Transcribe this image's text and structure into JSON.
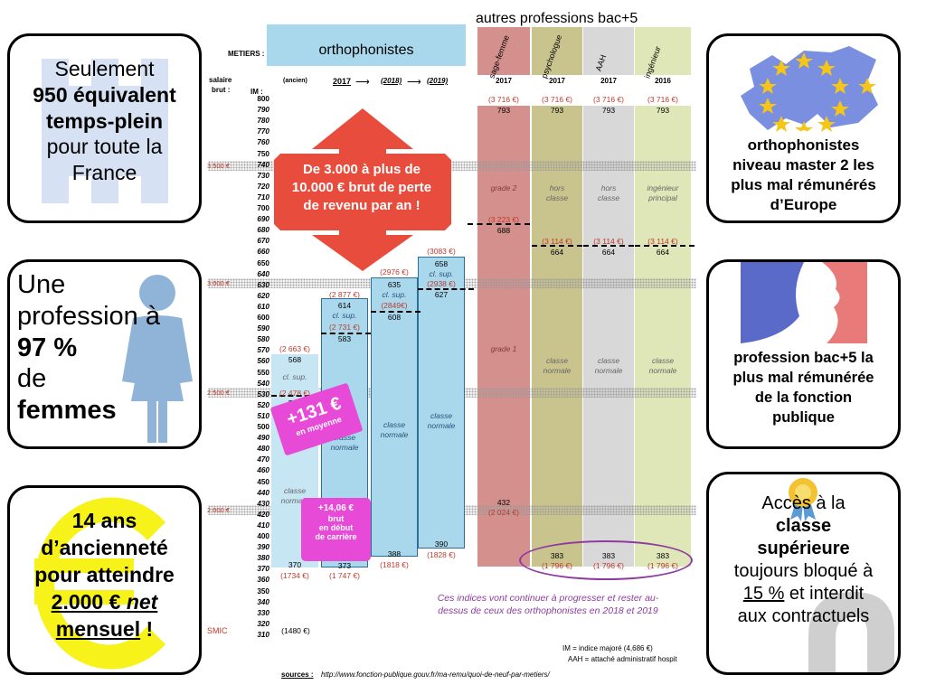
{
  "left_boxes": {
    "box1": {
      "line1": "Seulement",
      "line2": "950 équivalent",
      "line3": "temps-plein",
      "line4": "pour toute la",
      "line5": "France"
    },
    "box2": {
      "line1": "Une",
      "line2": "profession à",
      "line3": "97 %",
      "line4": "de",
      "line5": "femmes"
    },
    "box3": {
      "line1": "14 ans",
      "line2": "d’ancienneté",
      "line3": "pour atteindre",
      "line4": "2.000 €",
      "line4b": "net",
      "line5": "mensuel",
      "line5b": " !"
    }
  },
  "right_boxes": {
    "box1": {
      "line1": "orthophonistes",
      "line2": "niveau master 2 les",
      "line3": "plus mal rémunérés",
      "line4": "d’Europe"
    },
    "box2": {
      "line1": "profession bac+5 la",
      "line2": "plus mal rémunérée",
      "line3": "de la fonction",
      "line4": "publique"
    },
    "box3": {
      "line1": "Accès à la",
      "line2": "classe",
      "line3": "supérieure",
      "line4": "toujours bloqué à",
      "line5": "15 %",
      "line5b": " et interdit",
      "line6": "aux contractuels"
    }
  },
  "chart": {
    "title_metiers": "METIERS :",
    "title_ortho": "orthophonistes",
    "title_autres": "autres professions bac+5",
    "salaire_label_1": "salaire",
    "salaire_label_2": "brut :",
    "im_label": "IM :",
    "year_ancien": "(ancien)",
    "year_2017": "2017",
    "year_2018": "(2018)",
    "year_2019": "(2019)",
    "professions": [
      {
        "name": "sage-femme",
        "year": "2017"
      },
      {
        "name": "psychologue",
        "year": "2017"
      },
      {
        "name": "AAH",
        "year": "2017"
      },
      {
        "name": "ingénieur",
        "year": "2016"
      }
    ],
    "im_scale": [
      "800",
      "790",
      "780",
      "770",
      "760",
      "750",
      "740",
      "730",
      "720",
      "710",
      "700",
      "690",
      "680",
      "670",
      "660",
      "650",
      "640",
      "630",
      "620",
      "610",
      "600",
      "590",
      "580",
      "570",
      "560",
      "550",
      "540",
      "530",
      "520",
      "510",
      "500",
      "490",
      "480",
      "470",
      "460",
      "450",
      "440",
      "430",
      "420",
      "410",
      "400",
      "390",
      "380",
      "370",
      "360",
      "350",
      "340",
      "330",
      "320",
      "310"
    ],
    "side_salaries": {
      "s3500": "3 500 €",
      "s3000": "3 000 €",
      "s2500": "2 500 €",
      "s2000": "2 000 €",
      "smic": "SMIC"
    },
    "ortho_cols": {
      "c1": {
        "top_val": "(2 663 €)",
        "top_im": "568",
        "mid_im": "529",
        "mid_val": "(2 478 €)",
        "bottom_im": "370",
        "bottom_val": "(1734 €)",
        "cl_sup": "cl. sup.",
        "classe": "classe",
        "normale": "normale"
      },
      "c2": {
        "top_val": "(2 877 €)",
        "top_im": "614",
        "cl_sup": "cl. sup.",
        "dash_val": "(2 731 €)",
        "dash_im": "583",
        "bottom_im": "373",
        "bottom_val": "(1 747 €)",
        "classe": "classe",
        "normale": "normale"
      },
      "c3": {
        "top_val": "(2976 €)",
        "top_im": "635",
        "cl_sup": "cl. sup.",
        "dash_val": "(2849€)",
        "dash_im": "608",
        "bottom_im": "388",
        "bottom_val": "(1818 €)",
        "classe": "classe",
        "normale": "normale"
      },
      "c4": {
        "top_val": "(3083 €)",
        "top_im": "658",
        "cl_sup": "cl. sup.",
        "dash_val": "(2938 €)",
        "dash_im": "627",
        "bottom_im": "390",
        "bottom_val": "(1828 €)",
        "classe": "classe",
        "normale": "normale"
      }
    },
    "smic_val": "(1480 €)",
    "sage_femme": {
      "top_val": "(3 716 €)",
      "top_im": "793",
      "grade2": "grade 2",
      "dash_val": "(3 223 €)",
      "dash_im": "688",
      "grade1": "grade 1",
      "bottom_im": "432",
      "bottom_val": "(2 024 €)"
    },
    "psychologue": {
      "top_val": "(3 716 €)",
      "top_im": "793",
      "hors": "hors",
      "classe": "classe",
      "dash_val": "(3 114 €)",
      "dash_im": "664",
      "classe2": "classe",
      "normale": "normale",
      "bottom_im": "383",
      "bottom_val": "(1 796 €)"
    },
    "aah": {
      "top_val": "(3 716 €)",
      "top_im": "793",
      "hors": "hors",
      "classe": "classe",
      "dash_val": "(3 114 €)",
      "dash_im": "664",
      "classe2": "classe",
      "normale": "normale",
      "bottom_im": "383",
      "bottom_val": "(1 796 €)"
    },
    "ingenieur": {
      "top_val": "(3 716 €)",
      "top_im": "793",
      "ing1": "ingénieur",
      "ing2": "principal",
      "dash_val": "(3 114 €)",
      "dash_im": "664",
      "classe2": "classe",
      "normale": "normale",
      "bottom_im": "383",
      "bottom_val": "(1 796 €)"
    },
    "red_arrow": {
      "line1": "De 3.000 à plus de",
      "line2": "10.000 € brut de perte",
      "line3": "de revenu par an !"
    },
    "pink1": {
      "line1": "+131 €",
      "line2": "en moyenne"
    },
    "pink2": {
      "line1": "+14,06 €",
      "line2": "brut",
      "line3": "en début",
      "line4": "de carrière"
    },
    "note": {
      "line1": "Ces indices vont continuer à progresser et rester au-",
      "line2": "dessus de ceux des orthophonistes en 2018 et 2019"
    },
    "legend": {
      "im": "IM =  indice majoré (4,686 €)",
      "aah": "AAH =  attaché administratif hospit"
    },
    "sources_label": "sources :",
    "sources_url": "http://www.fonction-publique.gouv.fr/ma-remu/quoi-de-neuf-par-metiers/"
  },
  "colors": {
    "ortho_blue": "#a9d8ec",
    "col_blue": "#c6e6f3",
    "sage": "#d4908d",
    "psy": "#c9c48e",
    "aah": "#d8d8d8",
    "ing": "#dfe6b8",
    "red_arrow": "#e74c3c",
    "pink": "#e84ad8",
    "yellow": "#f7f21a"
  }
}
